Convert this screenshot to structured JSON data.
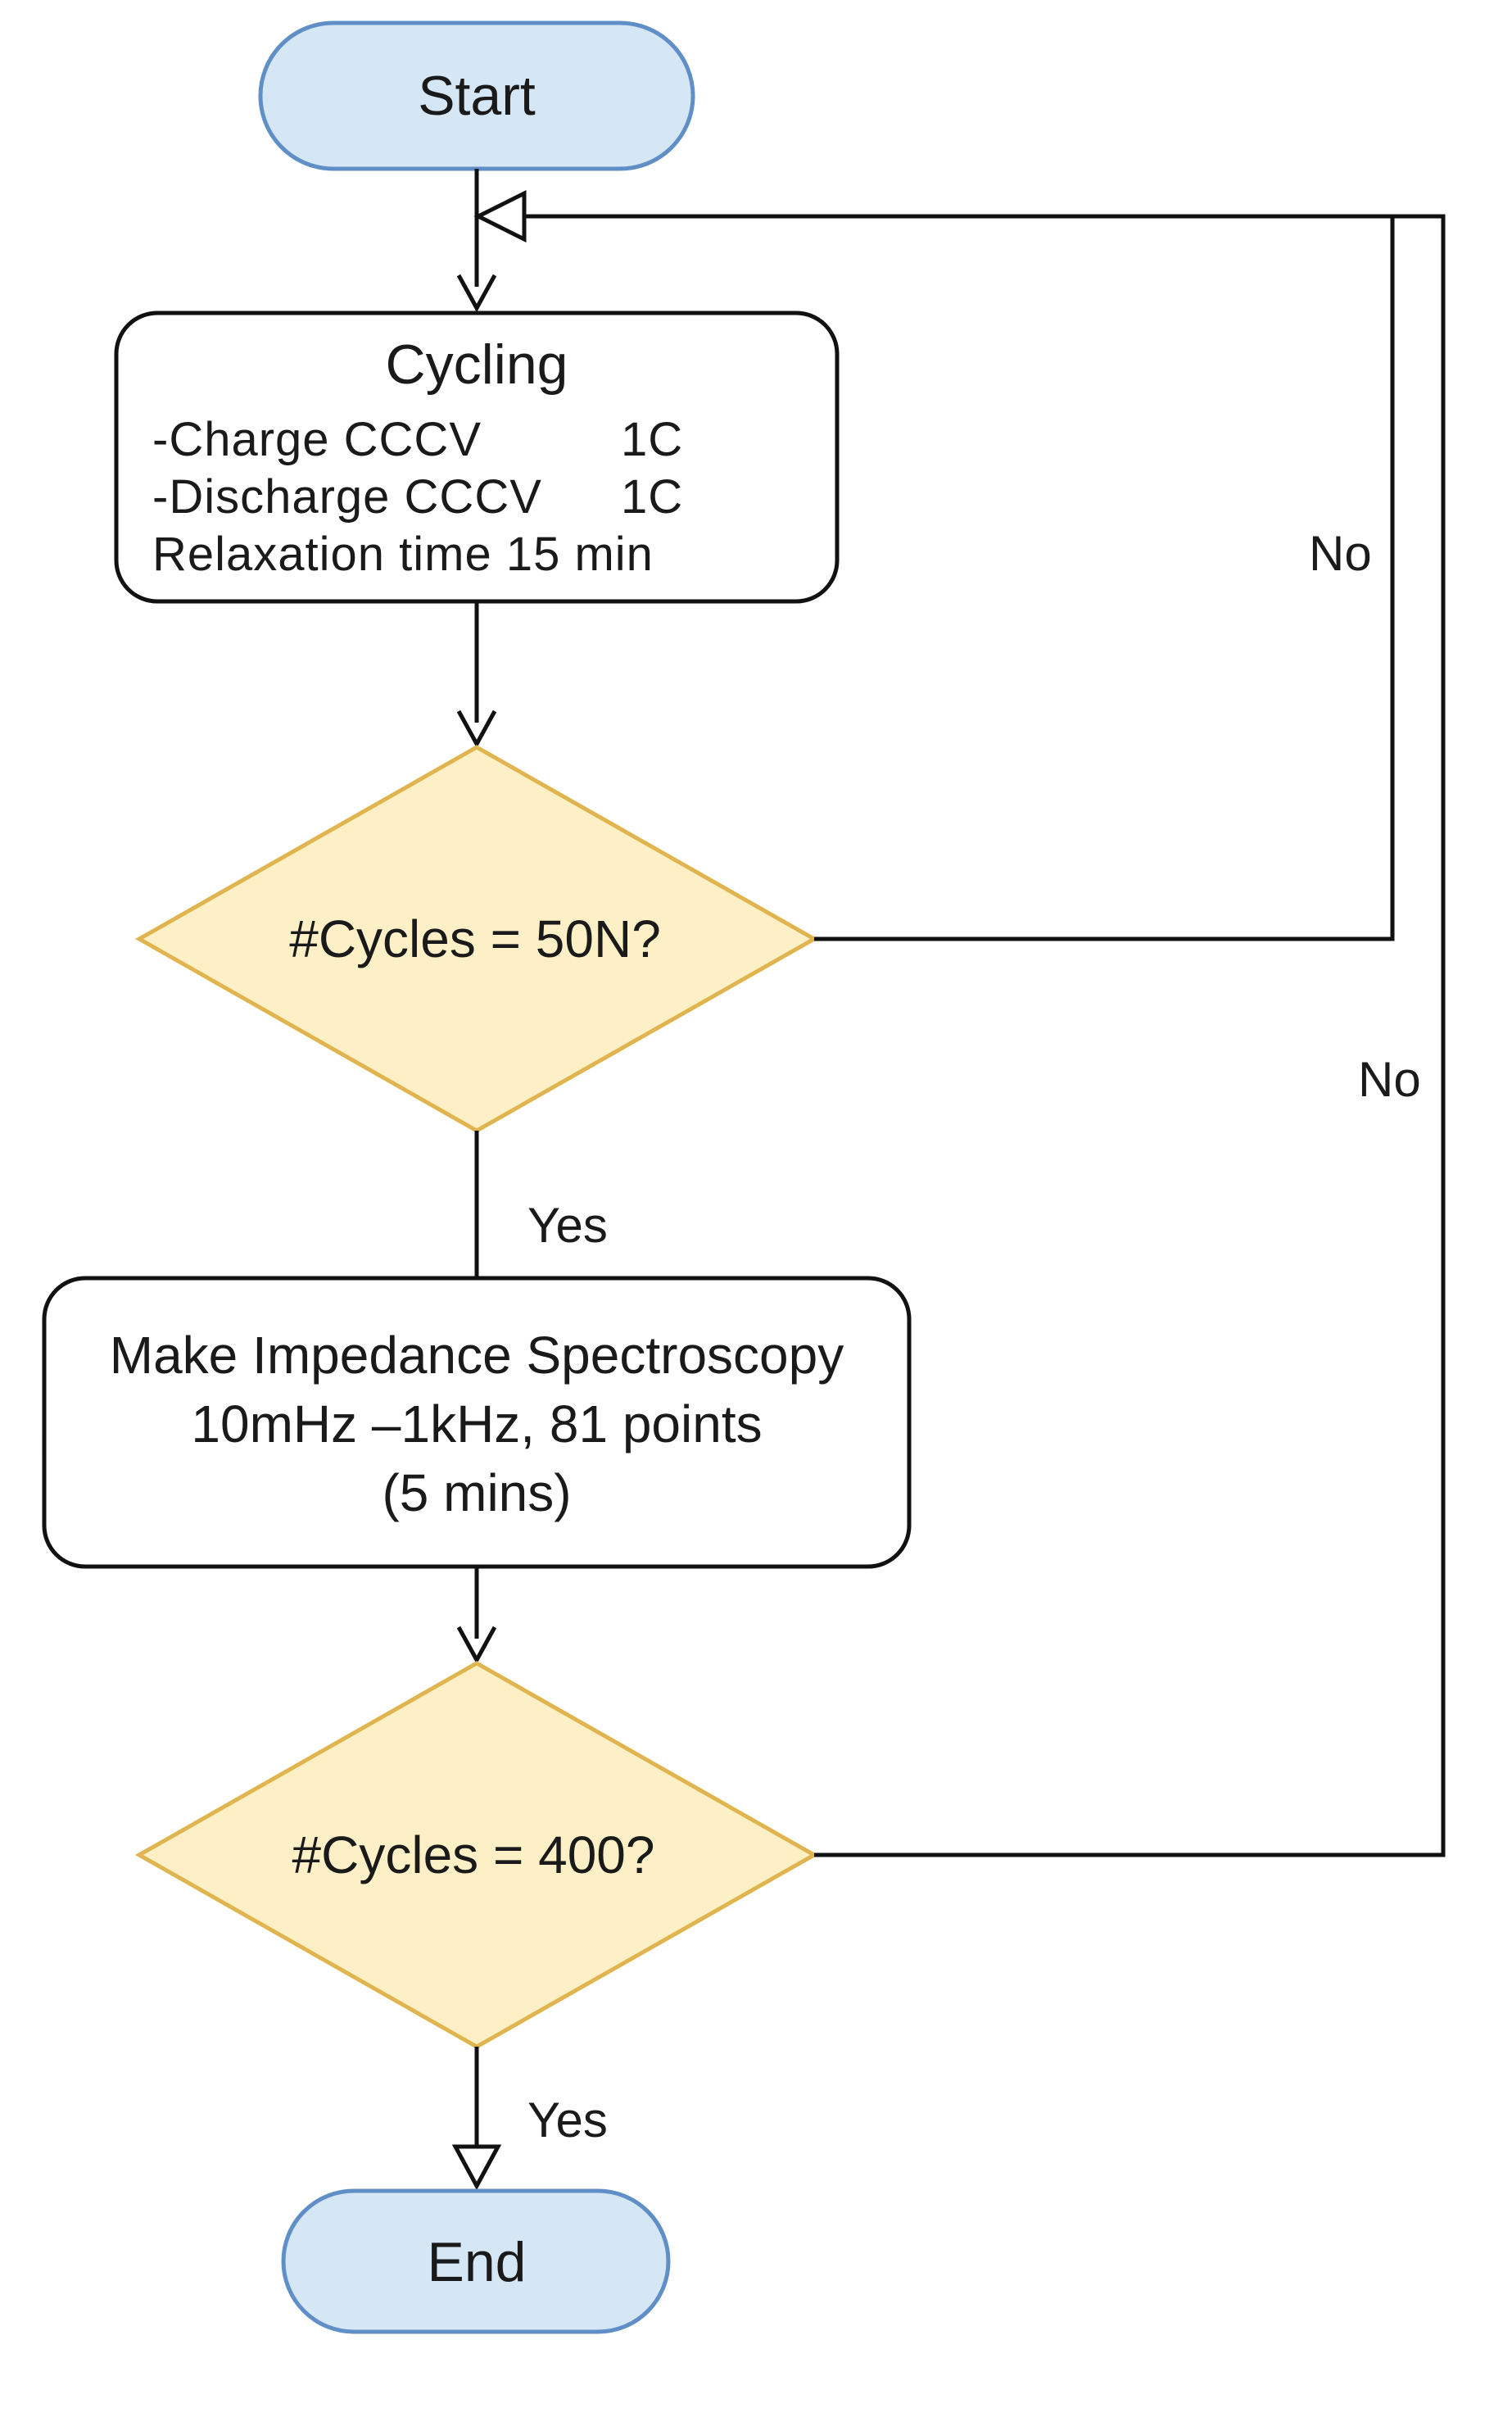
{
  "flowchart": {
    "start": {
      "label": "Start"
    },
    "cycling": {
      "title": "Cycling",
      "line1": "-Charge CCCV",
      "line1_value": "1C",
      "line2": "-Discharge CCCV",
      "line2_value": "1C",
      "line3": "Relaxation time 15 min"
    },
    "decision_50n": {
      "label": "#Cycles = 50N?"
    },
    "impedance": {
      "line1": "Make Impedance Spectroscopy",
      "line2": "10mHz –1kHz, 81 points",
      "line3": "(5 mins)"
    },
    "decision_400": {
      "label": "#Cycles = 400?"
    },
    "end": {
      "label": "End"
    },
    "edge_labels": {
      "no_inner": "No",
      "no_outer": "No",
      "yes_first": "Yes",
      "yes_second": "Yes"
    }
  },
  "colors": {
    "terminal_fill": "#d5e6f5",
    "terminal_stroke": "#5f8fc6",
    "decision_fill": "#fdf0c7",
    "decision_stroke": "#e0b54f",
    "process_fill": "#ffffff",
    "line": "#111111"
  }
}
